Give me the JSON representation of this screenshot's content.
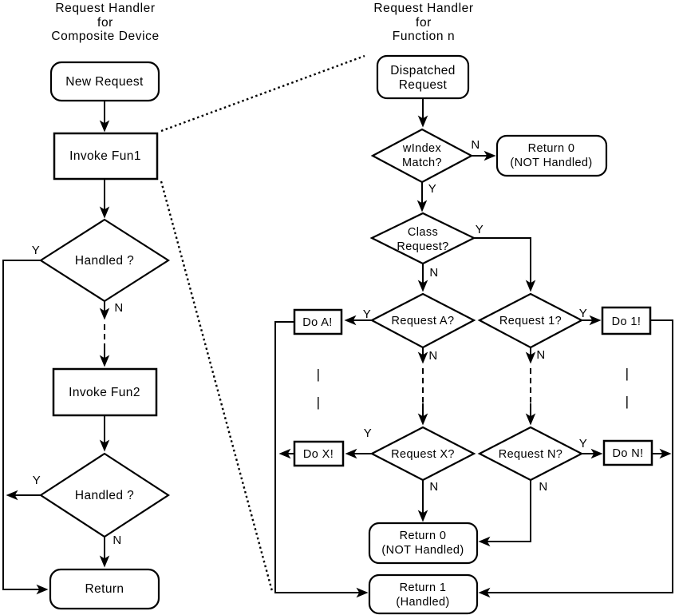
{
  "colors": {
    "stroke": "#000000",
    "background": "#ffffff",
    "text": "#000000"
  },
  "left_chart": {
    "title": {
      "line1": "Request Handler",
      "line2": "for",
      "line3": "Composite Device"
    },
    "nodes": {
      "new_request": "New Request",
      "invoke_fun1": "Invoke Fun1",
      "handled_1": "Handled ?",
      "invoke_fun2": "Invoke Fun2",
      "handled_2": "Handled ?",
      "return": "Return"
    },
    "labels": {
      "yes": "Y",
      "no": "N"
    }
  },
  "right_chart": {
    "title": {
      "line1": "Request Handler",
      "line2": "for",
      "line3": "Function n"
    },
    "nodes": {
      "dispatched_request": {
        "line1": "Dispatched",
        "line2": "Request"
      },
      "windex_match": {
        "line1": "wIndex",
        "line2": "Match?"
      },
      "return_0_top": {
        "line1": "Return 0",
        "line2": "(NOT Handled)"
      },
      "class_request": {
        "line1": "Class",
        "line2": "Request?"
      },
      "request_a": "Request A?",
      "request_1": "Request 1?",
      "do_a": "Do A!",
      "do_1": "Do 1!",
      "request_x": "Request X?",
      "request_n": "Request N?",
      "do_x": "Do X!",
      "do_n": "Do N!",
      "return_0_bottom": {
        "line1": "Return 0",
        "line2": "(NOT Handled)"
      },
      "return_1": {
        "line1": "Return 1",
        "line2": "(Handled)"
      }
    },
    "labels": {
      "yes": "Y",
      "no": "N",
      "ellipsis_mark": "|"
    }
  }
}
